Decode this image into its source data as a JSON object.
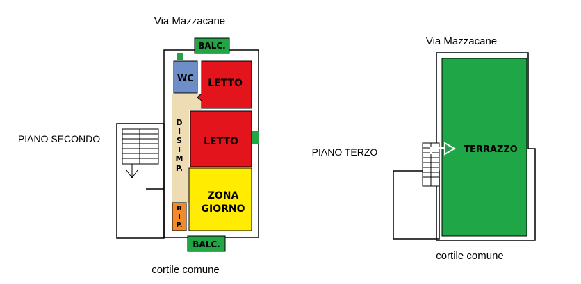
{
  "plans": {
    "second": {
      "street_label": "Via Mazzacane",
      "floor_label": "PIANO SECONDO",
      "courtyard_label": "cortile comune",
      "rooms": {
        "balc_top": "BALC.",
        "wc": "WC",
        "letto_1": "LETTO",
        "letto_2": "LETTO",
        "disimp": [
          "D",
          "I",
          "S",
          "I",
          "M",
          "P."
        ],
        "zona_line1": "ZONA",
        "zona_line2": "GIORNO",
        "rip": [
          "R",
          "I",
          "P."
        ],
        "balc_bottom": "BALC."
      }
    },
    "third": {
      "street_label": "Via Mazzacane",
      "floor_label": "PIANO TERZO",
      "courtyard_label": "cortile comune",
      "rooms": {
        "terrazzo": "TERRAZZO"
      }
    }
  },
  "colors": {
    "balcony_green": "#22a544",
    "bedroom_red": "#e3141c",
    "living_yellow": "#ffec00",
    "wc_blue": "#6d8ec6",
    "corridor_beige": "#eddcb4",
    "storage_orange": "#f08a2c",
    "terrace_green": "#1fa647"
  }
}
